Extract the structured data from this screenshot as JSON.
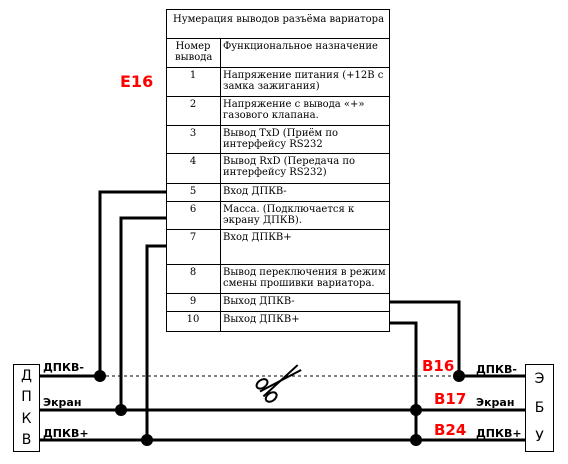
{
  "table": {
    "title": "Нумерация выводов разъёма вариатора",
    "header_num": "Номер вывода",
    "header_desc": "Функциональное назначение",
    "rows": [
      {
        "num": "1",
        "desc": "Напряжение питания (+12В с замка зажигания)"
      },
      {
        "num": "2",
        "desc": "Напряжение с вывода «+» газового клапана."
      },
      {
        "num": "3",
        "desc": "Вывод TxD (Приём по интерфейсу RS232"
      },
      {
        "num": "4",
        "desc": "Вывод RxD (Передача по интерфейсу RS232)"
      },
      {
        "num": "5",
        "desc": "Вход ДПКВ-"
      },
      {
        "num": "6",
        "desc": "Масса. (Подключается к экрану ДПКВ)."
      },
      {
        "num": "7",
        "desc": "Вход ДПКВ+"
      },
      {
        "num": "8",
        "desc": "Вывод переключения в режим смены прошивки вариатора."
      },
      {
        "num": "9",
        "desc": "Выход ДПКВ-"
      },
      {
        "num": "10",
        "desc": "Выход ДПКВ+"
      }
    ]
  },
  "connector_label": "E16",
  "left_box": {
    "letters": [
      "Д",
      "П",
      "К",
      "В"
    ]
  },
  "right_box": {
    "letters": [
      "Э",
      "Б",
      "У"
    ]
  },
  "wires": {
    "left": {
      "minus": "ДПКВ-",
      "screen": "Экран",
      "plus": "ДПКВ+"
    },
    "right": {
      "minus": "ДПКВ-",
      "screen": "Экран",
      "plus": "ДПКВ+"
    }
  },
  "ecu_pins": {
    "minus": "B16",
    "screen": "B17",
    "plus": "B24"
  },
  "colors": {
    "accent": "#ff0000",
    "line": "#000000"
  },
  "icons": {
    "cut": "scissors-icon"
  }
}
